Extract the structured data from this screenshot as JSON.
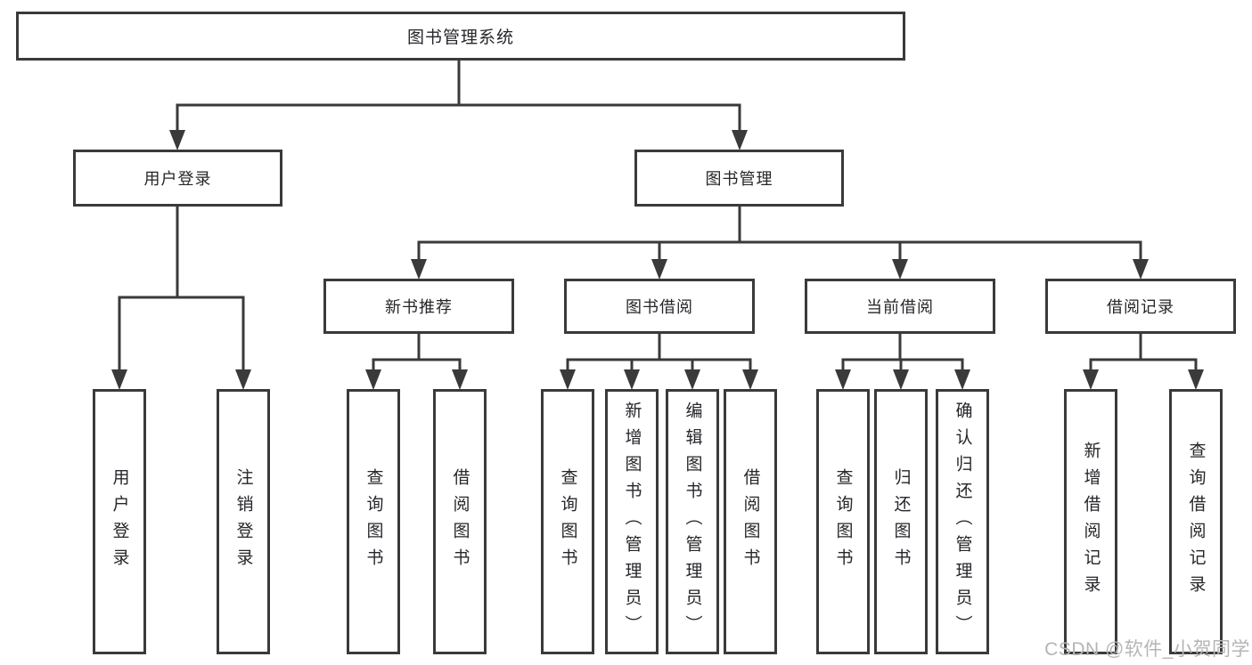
{
  "diagram": {
    "title": "图书管理系统",
    "root": {
      "label": "图书管理系统"
    },
    "level2": [
      {
        "label": "用户登录",
        "leaves": [
          {
            "label": "用户登录"
          },
          {
            "label": "注销登录"
          }
        ]
      },
      {
        "label": "图书管理",
        "sections": [
          {
            "label": "新书推荐",
            "leaves": [
              {
                "label": "查询图书"
              },
              {
                "label": "借阅图书"
              }
            ]
          },
          {
            "label": "图书借阅",
            "leaves": [
              {
                "label": "查询图书"
              },
              {
                "label": "新增图书（管理员）"
              },
              {
                "label": "编辑图书（管理员）"
              },
              {
                "label": "借阅图书"
              }
            ]
          },
          {
            "label": "当前借阅",
            "leaves": [
              {
                "label": "查询图书"
              },
              {
                "label": "归还图书"
              },
              {
                "label": "确认归还（管理员）"
              }
            ]
          },
          {
            "label": "借阅记录",
            "leaves": [
              {
                "label": "新增借阅记录"
              },
              {
                "label": "查询借阅记录"
              }
            ]
          }
        ]
      }
    ]
  },
  "watermark": {
    "text": "CSDN @软件_小贺同学"
  },
  "colors": {
    "line": "#3a3a3a",
    "text": "#26262b",
    "watermark": "#b5b5b5",
    "background": "#ffffff"
  }
}
